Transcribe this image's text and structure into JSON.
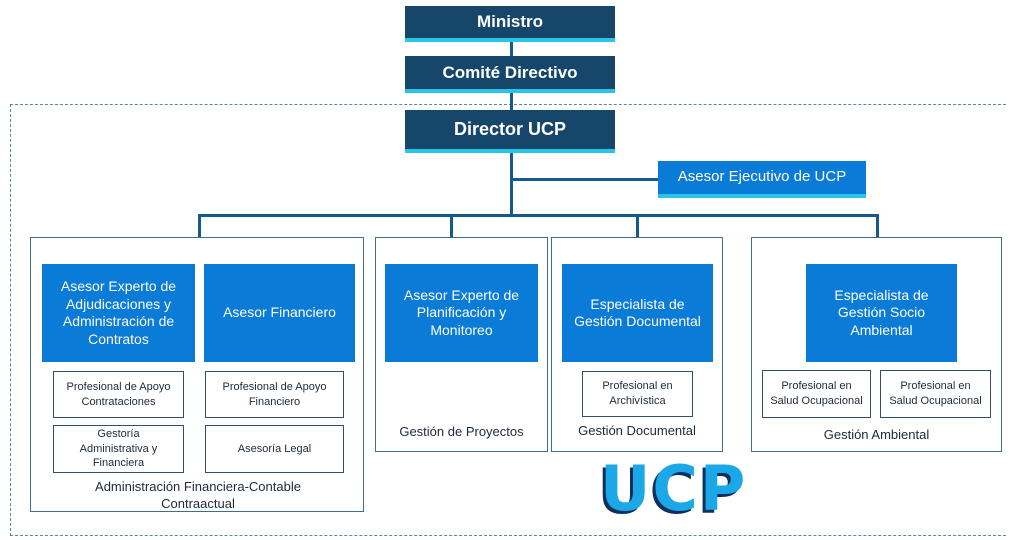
{
  "top": {
    "ministro": "Ministro",
    "comite": "Comité Directivo",
    "director": "Director UCP",
    "asesor_ejecutivo": "Asesor Ejecutivo de UCP"
  },
  "areas": {
    "admin": {
      "head1": "Asesor Experto de Adjudicaciones y Administración de Contratos",
      "head2": "Asesor Financiero",
      "sub1": "Profesional de Apoyo Contrataciones",
      "sub2": "Profesional de Apoyo Financiero",
      "sub3": "Gestoría Administrativa y Financiera",
      "sub4": "Asesoría Legal",
      "caption": "Administración Financiera-Contable Contraactual"
    },
    "proyectos": {
      "head": "Asesor Experto de Planificación y Monitoreo",
      "caption": "Gestión de Proyectos"
    },
    "documental": {
      "head": "Especialista de Gestión Documental",
      "sub1": "Profesional en Archivística",
      "caption": "Gestión Documental"
    },
    "ambiental": {
      "head": "Especialista de Gestión Socio Ambiental",
      "sub1": "Profesional en Salud Ocupacional",
      "sub2": "Profesional en Salud Ocupacional",
      "caption": "Gestión Ambiental"
    }
  },
  "logo": "UCP",
  "colors": {
    "dark_box": "#16476b",
    "blue_box": "#0a7bd6",
    "accent": "#29c4e6",
    "connector": "#145a8c"
  }
}
